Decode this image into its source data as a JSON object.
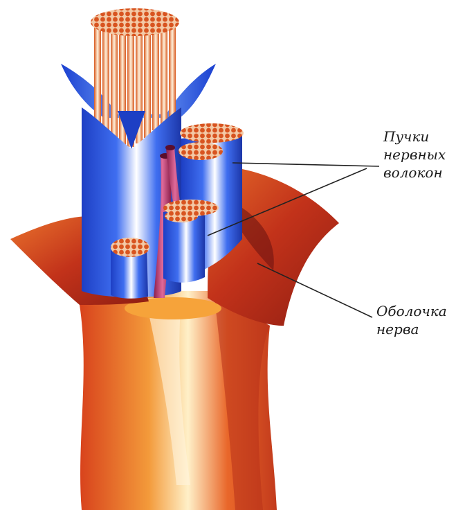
{
  "labels": {
    "bundles": {
      "line1": "Пучки",
      "line2": "нервных",
      "line3": "волокон"
    },
    "sheath": {
      "line1": "Оболочка",
      "line2": "нерва"
    }
  },
  "colors": {
    "sheath_outer": "#cc3a1a",
    "sheath_inner": "#f08a30",
    "bundle_blue": "#2a4fd0",
    "bundle_highlight": "#e8eefc",
    "fiber_orange": "#e06a2a",
    "vessel_magenta": "#b0306a"
  }
}
